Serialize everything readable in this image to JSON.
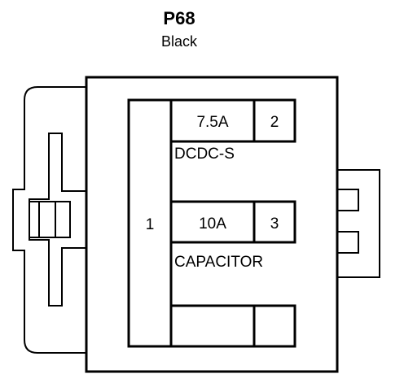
{
  "connector": {
    "id": "P68",
    "color": "Black"
  },
  "cavities": {
    "left": {
      "pin": "1"
    },
    "row1": {
      "fuse": "7.5A",
      "pin": "2",
      "circuit": "DCDC-S"
    },
    "row2": {
      "fuse": "10A",
      "pin": "3",
      "circuit": "CAPACITOR"
    },
    "row3": {
      "fuse": "",
      "pin": ""
    }
  }
}
